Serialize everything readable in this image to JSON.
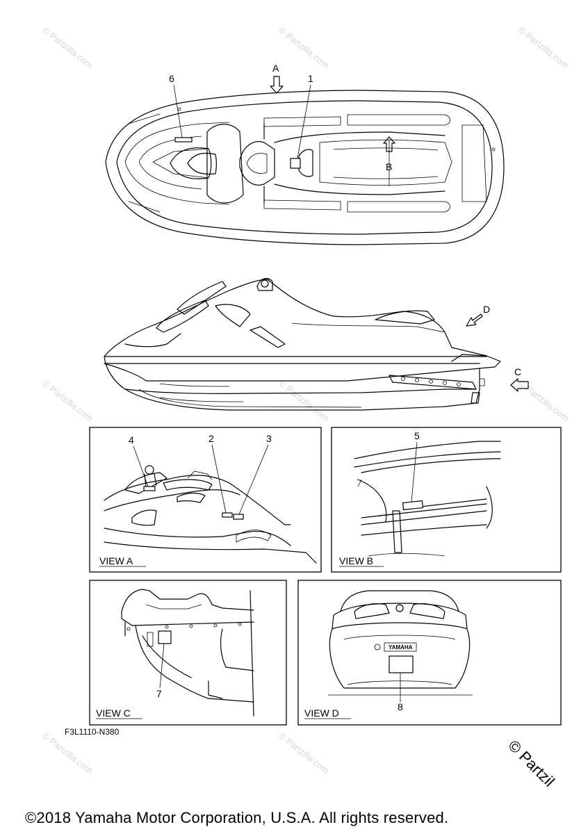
{
  "watermark": {
    "text": "© Partzilla.com"
  },
  "callouts": {
    "1": "1",
    "2": "2",
    "3": "3",
    "4": "4",
    "5": "5",
    "6": "6",
    "7": "7",
    "8": "8"
  },
  "view_markers": {
    "a": "A",
    "b": "B",
    "c": "C",
    "d": "D"
  },
  "view_labels": {
    "a": "VIEW A",
    "b": "VIEW B",
    "c": "VIEW C",
    "d": "VIEW D"
  },
  "badge": {
    "brand": "YAMAHA"
  },
  "drawing_code": "F3L1110-N380",
  "copyright": "©2018  Yamaha Motor Corporation, U.S.A. All rights reserved.",
  "corner_watermark": "© Partzil"
}
